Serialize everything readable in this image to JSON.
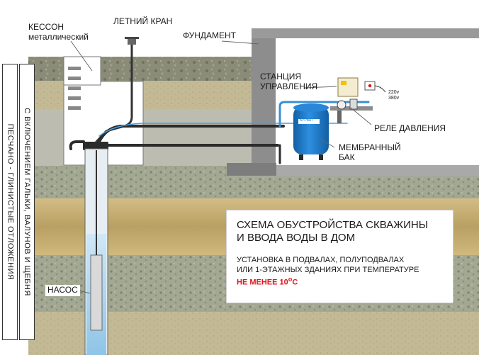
{
  "labels": {
    "caisson_line1": "КЕССОН",
    "caisson_line2": "металлический",
    "summer_tap": "ЛЕТНИЙ КРАН",
    "foundation": "ФУНДАМЕНТ",
    "control_station_line1": "СТАНЦИЯ",
    "control_station_line2": "УПРАВЛЕНИЯ",
    "pressure_relay": "РЕЛЕ ДАВЛЕНИЯ",
    "membrane_tank_line1": "МЕМБРАННЫЙ",
    "membrane_tank_line2": "БАК",
    "pump": "НАСОС",
    "soil_layer": "ПЕСЧАНО - ГЛИНИСТЫЕ ОТЛОЖЕНИЯ",
    "gravel_layer": "С ВКЛЮЧЕНИЕМ ГАЛЬКИ, ВАЛУНОВ И ЩЕБНЯ",
    "voltage_1": "220v",
    "voltage_2": "380v",
    "tank_brand": "БУРВАТ"
  },
  "scheme": {
    "title_line1": "СХЕМА ОБУСТРОЙСТВА СКВАЖИНЫ",
    "title_line2": "И ВВОДА ВОДЫ В ДОМ",
    "note_line1": "УСТАНОВКА В ПОДВАЛАХ, ПОЛУПОДВАЛАХ",
    "note_line2": "ИЛИ 1-ЭТАЖНЫХ ЗДАНИЯХ ПРИ ТЕМПЕРАТУРЕ",
    "warning_prefix": "НЕ МЕНЕЕ 10",
    "warning_sup": "о",
    "warning_suffix": "С"
  },
  "colors": {
    "soil_top": "#8f8f78",
    "clay": "#c9b37b",
    "sand_gray": "#b9b9ac",
    "gravel": "#9aa08c",
    "water": "#9fd0ee",
    "tank_blue": "#1f7fd0",
    "warning_red": "#e3141b"
  }
}
